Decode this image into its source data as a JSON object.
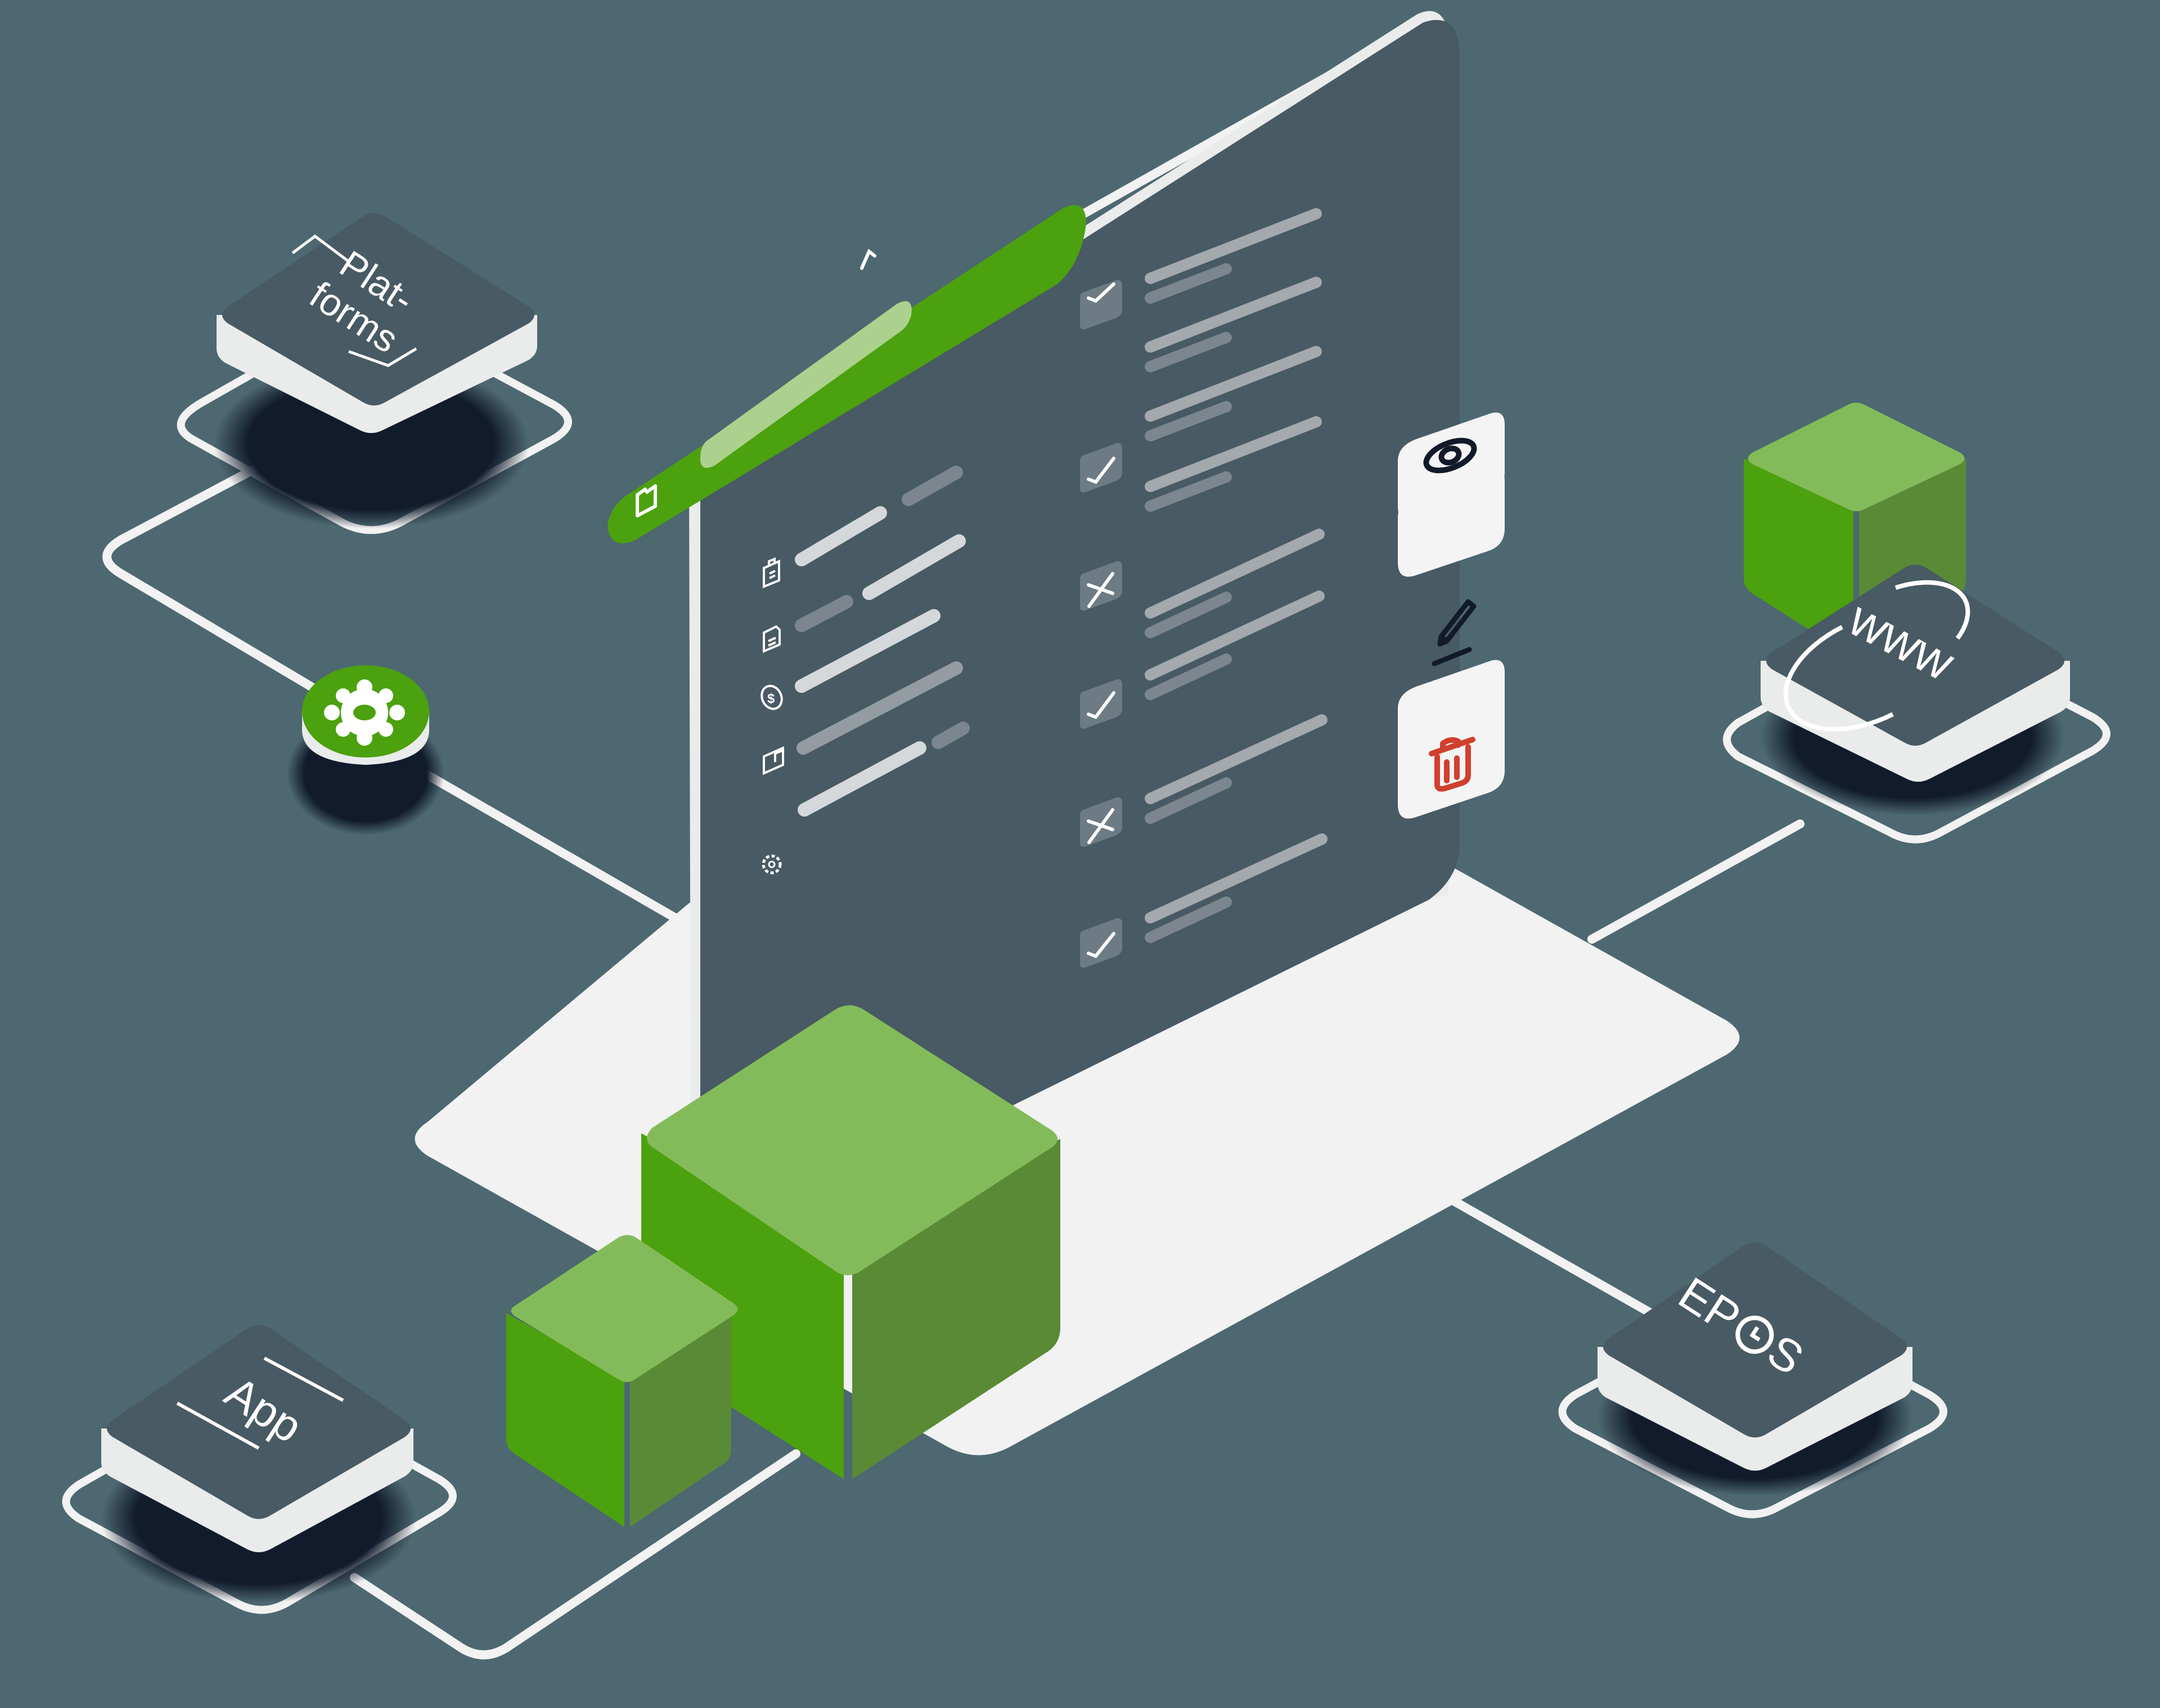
{
  "scene": {
    "title": "Isometric integration illustration",
    "background": "#4d6870"
  },
  "colors": {
    "panel": "#485a63",
    "panel_rim": "#ffffff",
    "floor": "#f2f2f2",
    "tile_top": "#485a63",
    "tile_side": "#eaebeb",
    "tile_shadow": "#111b2c",
    "connector": "#f2f2f2",
    "green_primary": "#4ca10e",
    "green_light": "#84bb5a",
    "green_dark": "#5a8a36",
    "green_pill": "#acd18e",
    "bar_light": "#d5d8da",
    "bar_mid": "#949ca2",
    "bar_dim": "#7b868e",
    "checkbox_bg": "#6c7b84",
    "action_bg": "#f4f4f4",
    "icon_dark": "#121a2a",
    "delete_red": "#d0402e"
  },
  "header_bar": {
    "left_icon": "folder-icon",
    "right_icon": "chevron-up-icon",
    "search_pill": ""
  },
  "sidebar": {
    "items": [
      {
        "icon": "clipboard-list-icon",
        "bar_style": "light"
      },
      {
        "icon": "document-icon",
        "bar_style": "light"
      },
      {
        "icon": "dollar-coin-icon",
        "bar_style": "light"
      },
      {
        "icon": "wallet-icon",
        "bar_style": "mid"
      },
      {
        "icon": "settings-gear-icon",
        "bar_style": "light"
      }
    ]
  },
  "checklist": {
    "items": [
      {
        "state": "checked",
        "icon": "check-icon"
      },
      {
        "state": "checked",
        "icon": "check-icon"
      },
      {
        "state": "rejected",
        "icon": "x-icon"
      },
      {
        "state": "checked",
        "icon": "check-icon"
      },
      {
        "state": "rejected",
        "icon": "x-icon"
      },
      {
        "state": "checked",
        "icon": "check-icon"
      }
    ]
  },
  "actions": [
    {
      "name": "view",
      "icon": "eye-icon",
      "color": "#121a2a"
    },
    {
      "name": "edit",
      "icon": "pencil-icon",
      "color": "#121a2a"
    },
    {
      "name": "delete",
      "icon": "trash-icon",
      "color": "#d0402e"
    }
  ],
  "nodes": {
    "platforms": {
      "line1": "Plat-",
      "line2": "forms"
    },
    "app": {
      "label": "App"
    },
    "www": {
      "label": "www"
    },
    "epos": {
      "label_left": "EP",
      "label_right": "S",
      "clock_icon": "clock-icon"
    },
    "settings_hub": {
      "icon": "gear-icon"
    }
  }
}
